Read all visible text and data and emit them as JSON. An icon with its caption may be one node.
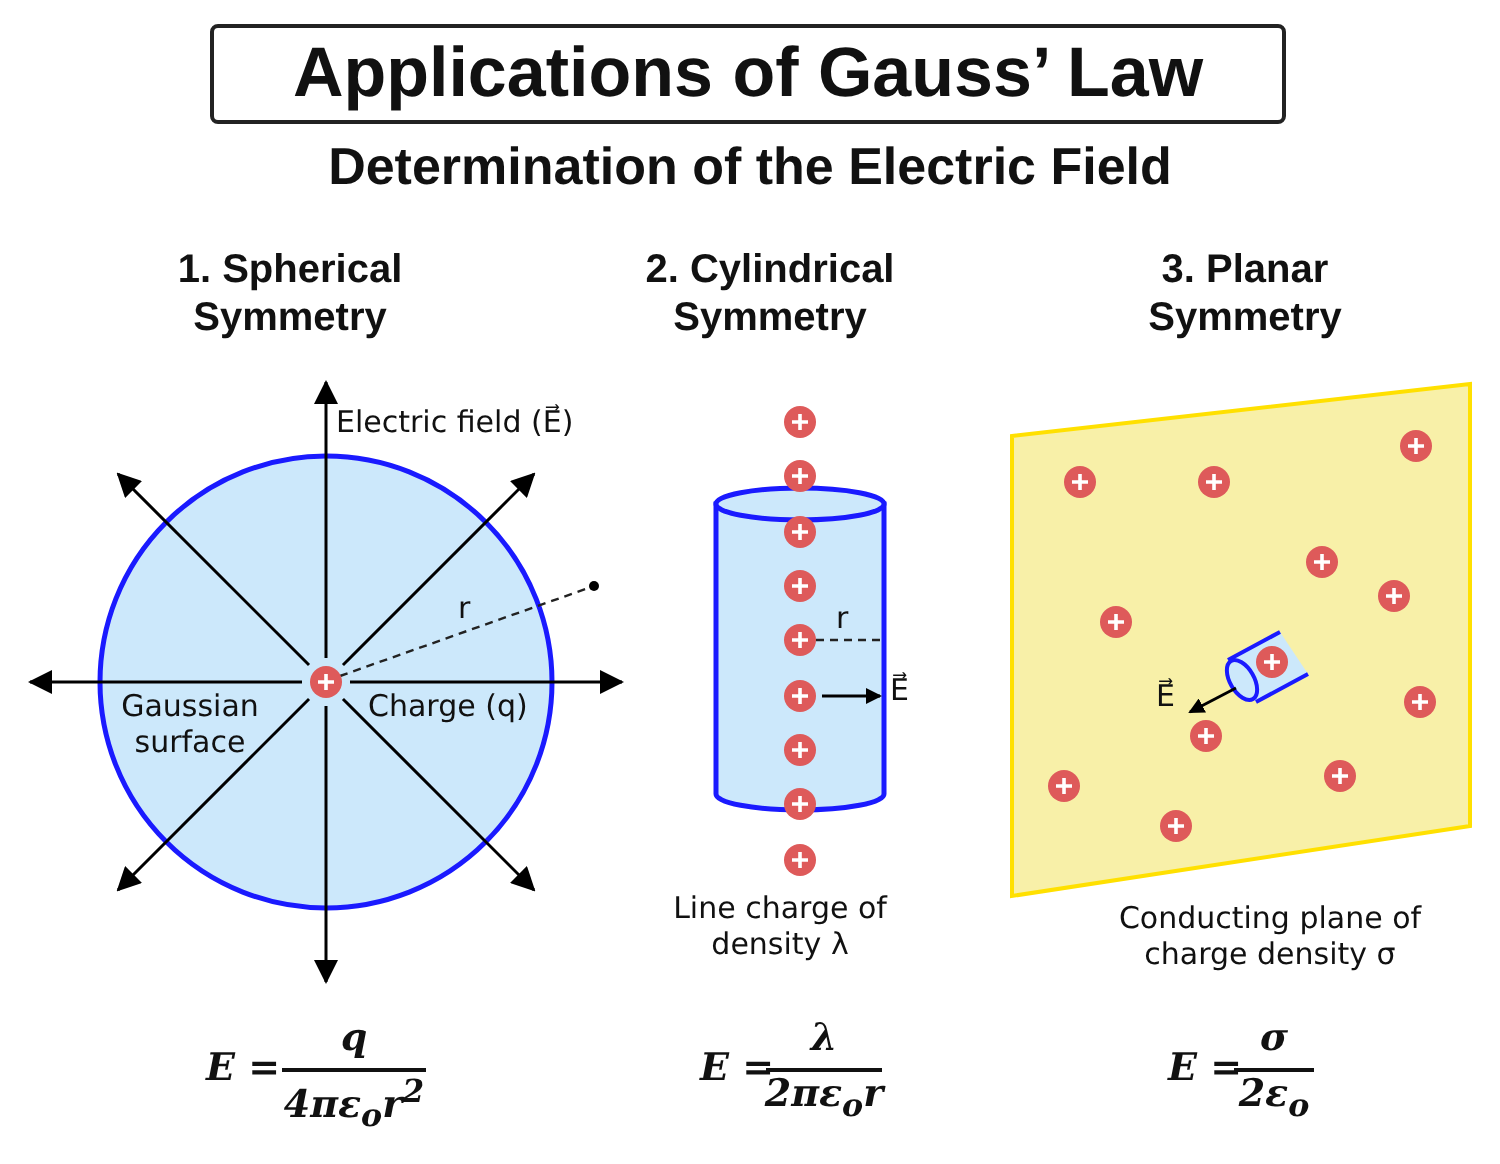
{
  "diagram": {
    "title": "Applications of Gauss’ Law",
    "labels": [
      "Determination of the Electric Field",
      "1. Spherical Symmetry",
      "2. Cylindrical Symmetry",
      "3. Planar Symmetry",
      "Electric field (E⃗)",
      "r",
      "Gaussian surface",
      "Charge (q)",
      "r",
      "E⃗",
      "Line charge of density λ",
      "E⃗",
      "Conducting plane of charge density σ",
      "E =",
      "q",
      "4πε$_{o}$r$^{2}$",
      "E =",
      "λ",
      "2πε$_{o}$r",
      "E =",
      "σ",
      "2ε$_{o}$"
    ]
  }
}
